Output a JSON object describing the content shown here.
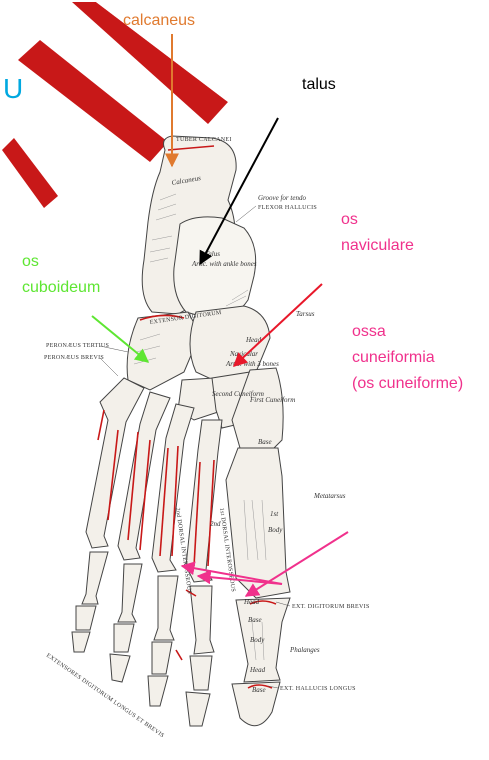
{
  "colors": {
    "orange": "#e07a2f",
    "black": "#000000",
    "green": "#5ee632",
    "pink": "#f0318c",
    "red": "#e8182a",
    "cyan": "#00a8e0",
    "stroke_red": "#c81818"
  },
  "labels": {
    "calcaneus": "calcaneus",
    "talus": "talus",
    "os": "os",
    "naviculare": "naviculare",
    "os2": "os",
    "cuboideum": "cuboideum",
    "ossa": "ossa",
    "cuneiformia": "cuneiformia",
    "os_cuneiforme": "(os cuneiforme)",
    "u_mark": "U"
  },
  "engraving": {
    "tuber_calcanei": "TUBER CALCANEI",
    "calcaneus_bone": "Calcaneus",
    "groove": "Groove for tendo",
    "flexor_hallucis": "FLEXOR HALLUCIS",
    "talus_bone": "Talus",
    "artic_ankle": "Artic. with ankle bones",
    "tarsus": "Tarsus",
    "peroneus_tertius": "PERONÆUS TERTIUS",
    "peroneus_brevis": "PERONÆUS BREVIS",
    "extensor_digitorum": "EXTENSOR DIGITORUM",
    "head": "Head",
    "navicular_bone": "Navicular",
    "artic_with_bones": "Artic. with 3 bones",
    "second_cuneiform": "Second Cuneiform",
    "first_cuneiform": "First Cuneiform",
    "base": "Base",
    "metatarsus": "Metatarsus",
    "first": "1st",
    "body": "Body",
    "second": "2nd",
    "dorsal_interosseous_2": "2nd DORSAL INTEROSSEOUS",
    "dorsal_interosseous_1": "1st DORSAL INTEROSSEOUS",
    "head2": "Head",
    "ext_digitorum_brevis": "EXT. DIGITORUM BREVIS",
    "base2": "Base",
    "body2": "Body",
    "phalanges": "Phalanges",
    "head3": "Head",
    "ext_hallucis_longus": "EXT. HALLUCIS LONGUS",
    "base3": "Base",
    "extensores_longus_brevis": "EXTENSORES DIGITORUM LONGUS ET BREVIS"
  }
}
